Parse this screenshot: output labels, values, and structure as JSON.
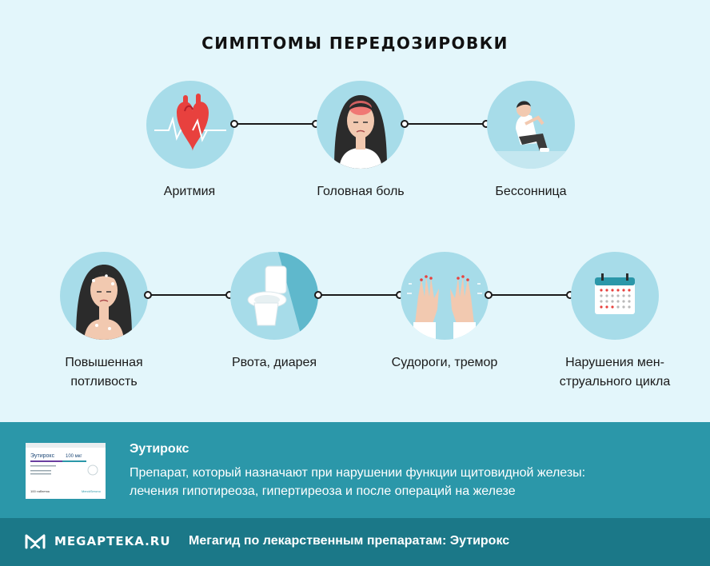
{
  "title": "СИМПТОМЫ ПЕРЕДОЗИРОВКИ",
  "symptoms": [
    {
      "label": "Аритмия",
      "icon": "heart-icon"
    },
    {
      "label": "Головная боль",
      "icon": "headache-woman-icon"
    },
    {
      "label": "Бессонница",
      "icon": "insomnia-person-icon"
    },
    {
      "label_line1": "Повышенная",
      "label_line2": "потливость",
      "icon": "sweating-woman-icon"
    },
    {
      "label": "Рвота, диарея",
      "icon": "toilet-icon"
    },
    {
      "label": "Судороги, тремор",
      "icon": "trembling-hands-icon"
    },
    {
      "label_line1": "Нарушения мен-",
      "label_line2": "струального цикла",
      "icon": "calendar-icon"
    }
  ],
  "drug": {
    "name": "Эутирокс",
    "description_line1": "Препарат, который назначают при нарушении функции щитовидной железы:",
    "description_line2": "лечения гипотиреоза, гипертиреоза и после операций на железе",
    "box": {
      "brand": "Эутирокс",
      "dose": "100 мкг",
      "count": "100 таблеток",
      "maker": "MerckSerono"
    }
  },
  "footer": {
    "logo": "MEGAPTEKA.RU",
    "text": "Мегагид по лекарственным препаратам: Эутирокс"
  },
  "colors": {
    "background": "#e3f6fb",
    "circle": "#a7dce9",
    "drug_band": "#2b97a9",
    "footer": "#1b7888",
    "heart": "#e8413e"
  }
}
